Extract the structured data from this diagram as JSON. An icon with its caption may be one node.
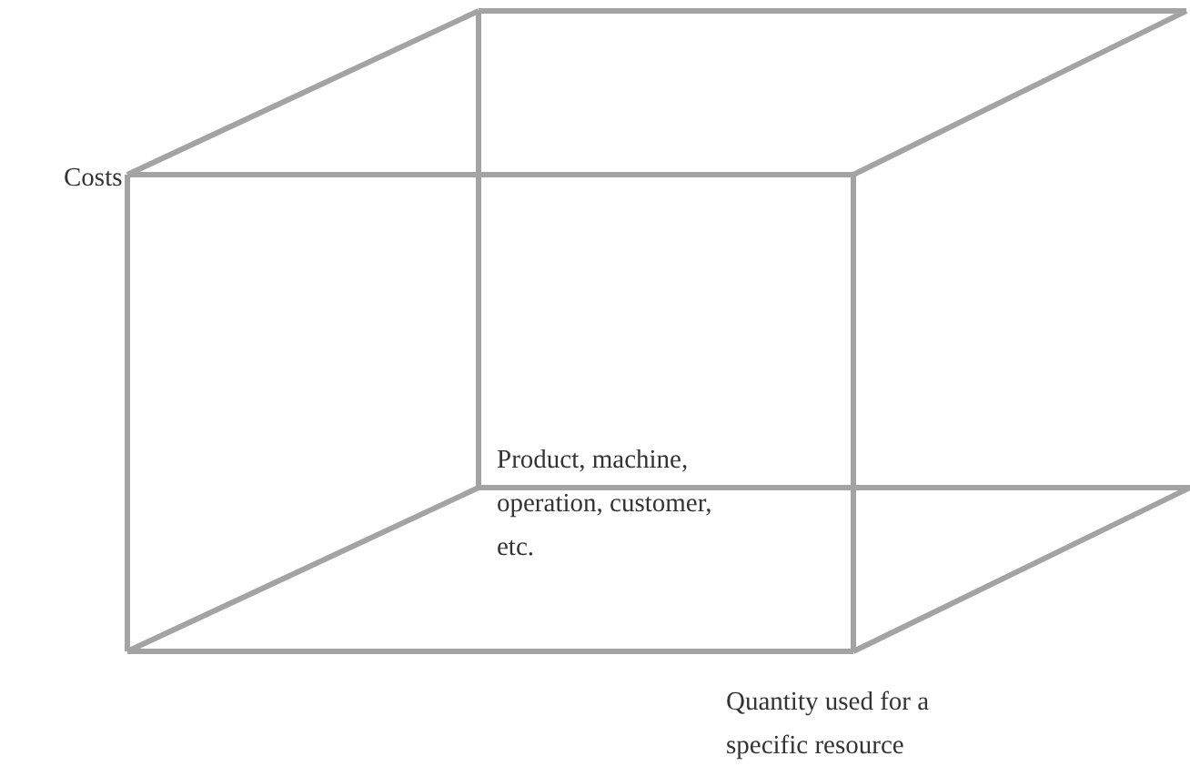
{
  "diagram": {
    "labels": [
      "Costs",
      "Product, machine, operation, customer, etc.",
      "Quantity used for a specific resource"
    ]
  }
}
